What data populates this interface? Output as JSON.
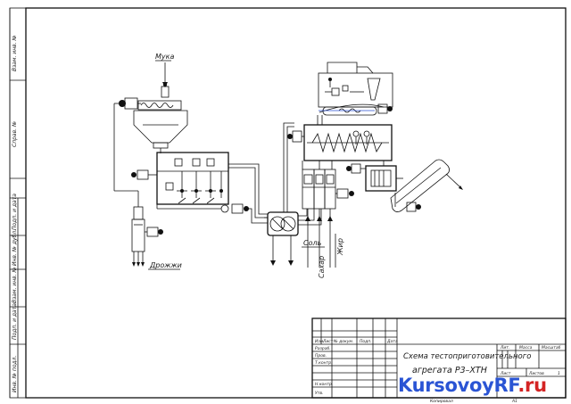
{
  "drawing": {
    "title_line1": "Схема тестоприготовительного",
    "title_line2": "агрегата Р3–ХТН"
  },
  "labels": {
    "flour": "Мука",
    "yeast": "Дрожжи",
    "salt": "Соль",
    "sugar": "Сахар",
    "fat": "Жир"
  },
  "side_stamp": [
    "Взам. инв. №",
    "Справ. №",
    "Подп. и дата",
    "Инв. № дубл.",
    "Взам. инв. №",
    "Подп. и дата",
    "Инв. № подл."
  ],
  "title_block": {
    "row_labels": [
      "Изм.",
      "Разраб.",
      "Пров.",
      "Т.контр.",
      "",
      "Н.контр.",
      "Утв."
    ],
    "col_labels": [
      "Лист",
      "№ докум.",
      "Подп.",
      "Дата"
    ],
    "lit_header": "Лит.",
    "mass_header": "Масса",
    "scale_header": "Масштаб",
    "sheet_label": "Лист",
    "sheets_label": "Листов",
    "sheets_value": "1",
    "copied": "Копировал",
    "format": "А1"
  },
  "watermark": {
    "main": "KursovoyRF",
    "accent": ".ru"
  },
  "colors": {
    "lines": "#111111",
    "watermark_blue": "#2a54d4",
    "watermark_red": "#d42323"
  }
}
